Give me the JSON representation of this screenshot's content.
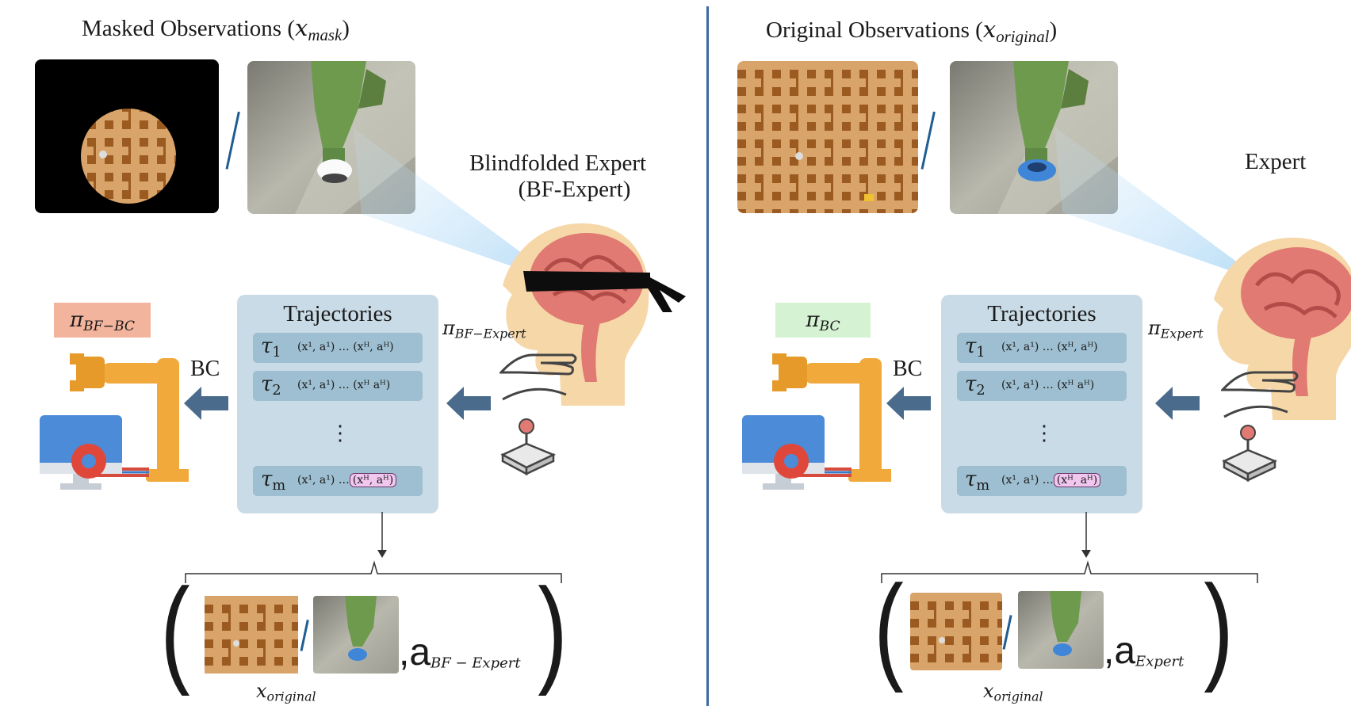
{
  "left": {
    "title_prefix": "Masked Observations (",
    "title_var": "x",
    "title_sub": "mask",
    "title_suffix": ")",
    "expert_label_1": "Blindfolded Expert",
    "expert_label_2": "(BF-Expert)",
    "policy_pi": "π",
    "policy_sub": "BF−BC",
    "bc_label": "BC",
    "expert_pi": "π",
    "expert_sub": "BF−Expert",
    "a_label": "a",
    "a_sub": "BF − Expert",
    "x_var": "x",
    "x_sub": "original",
    "policy_box_color": "#f3b49d"
  },
  "right": {
    "title_prefix": "Original Observations (",
    "title_var": "x",
    "title_sub": "original",
    "title_suffix": ")",
    "expert_label": "Expert",
    "policy_pi": "π",
    "policy_sub": "BC",
    "bc_label": "BC",
    "expert_pi": "π",
    "expert_sub": "Expert",
    "a_label": "a",
    "a_sub": "Expert",
    "x_var": "x",
    "x_sub": "original",
    "policy_box_color": "#d5f2d2"
  },
  "trajectories": {
    "title": "Trajectories",
    "rows": [
      {
        "tau": "τ",
        "idx": "1",
        "pairs": "(x¹, a¹) … (xᴴ, aᴴ)"
      },
      {
        "tau": "τ",
        "idx": "2",
        "pairs": "(x¹, a¹) … (xᴴ  aᴴ)"
      },
      {
        "tau": "τ",
        "idx": "m",
        "pairs_start": "(x¹, a¹) …",
        "pairs_hl": "(xᴴ, aᴴ)"
      }
    ],
    "ellipsis": "⋮"
  },
  "icons": [
    "maze-masked-icon",
    "robot-gripper-icon",
    "brain-head-icon",
    "blindfold-icon",
    "hand-icon",
    "joystick-icon",
    "robot-arm-icon",
    "monitor-gear-icon"
  ]
}
